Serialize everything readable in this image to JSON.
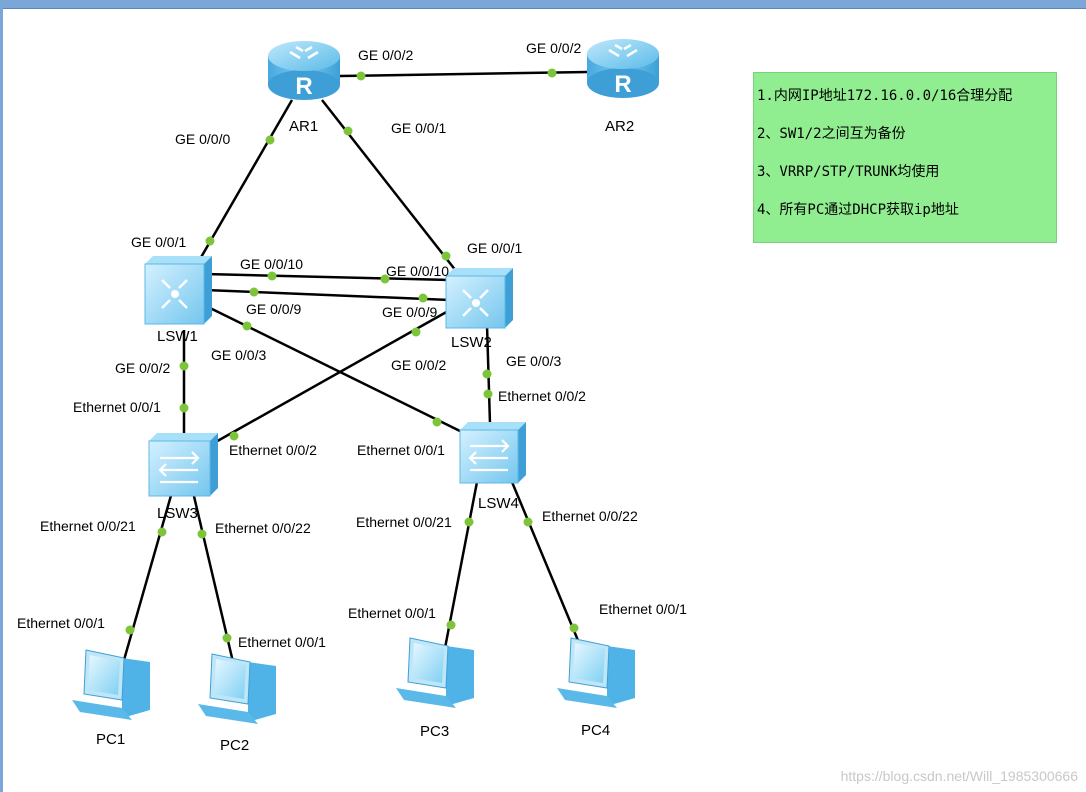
{
  "devices": {
    "ar1": "AR1",
    "ar2": "AR2",
    "lsw1": "LSW1",
    "lsw2": "LSW2",
    "lsw3": "LSW3",
    "lsw4": "LSW4",
    "pc1": "PC1",
    "pc2": "PC2",
    "pc3": "PC3",
    "pc4": "PC4"
  },
  "ports": {
    "ar1_ar2": "GE 0/0/2",
    "ar2_ar1": "GE 0/0/2",
    "ar1_lsw1": "GE 0/0/0",
    "ar1_lsw2": "GE 0/0/1",
    "lsw1_ar1": "GE 0/0/1",
    "lsw2_ar1": "GE 0/0/1",
    "lsw1_lsw2_a": "GE 0/0/10",
    "lsw2_lsw1_a": "GE 0/0/10",
    "lsw1_lsw2_b": "GE 0/0/9",
    "lsw2_lsw1_b": "GE 0/0/9",
    "lsw1_lsw3": "GE 0/0/2",
    "lsw1_lsw4": "GE 0/0/3",
    "lsw2_lsw3": "GE 0/0/2",
    "lsw2_lsw4": "GE 0/0/3",
    "lsw3_lsw1": "Ethernet 0/0/1",
    "lsw3_lsw2": "Ethernet 0/0/2",
    "lsw4_lsw1": "Ethernet 0/0/1",
    "lsw4_lsw2": "Ethernet 0/0/2",
    "lsw3_pc1": "Ethernet 0/0/21",
    "lsw3_pc2": "Ethernet 0/0/22",
    "lsw4_pc3": "Ethernet 0/0/21",
    "lsw4_pc4": "Ethernet 0/0/22",
    "pc1_port": "Ethernet 0/0/1",
    "pc2_port": "Ethernet 0/0/1",
    "pc3_port": "Ethernet 0/0/1",
    "pc4_port": "Ethernet 0/0/1"
  },
  "note": {
    "line1": "1.内网IP地址172.16.0.0/16合理分配",
    "line2": "2、SW1/2之间互为备份",
    "line3": "3、VRRP/STP/TRUNK均使用",
    "line4": "4、所有PC通过DHCP获取ip地址"
  },
  "watermark": "https://blog.csdn.net/Will_1985300666",
  "colors": {
    "port_dot": "#7ec43a",
    "note_bg": "#90ee90",
    "router_blue": "#4fb3e8",
    "switch_blue": "#7cc9f0"
  }
}
